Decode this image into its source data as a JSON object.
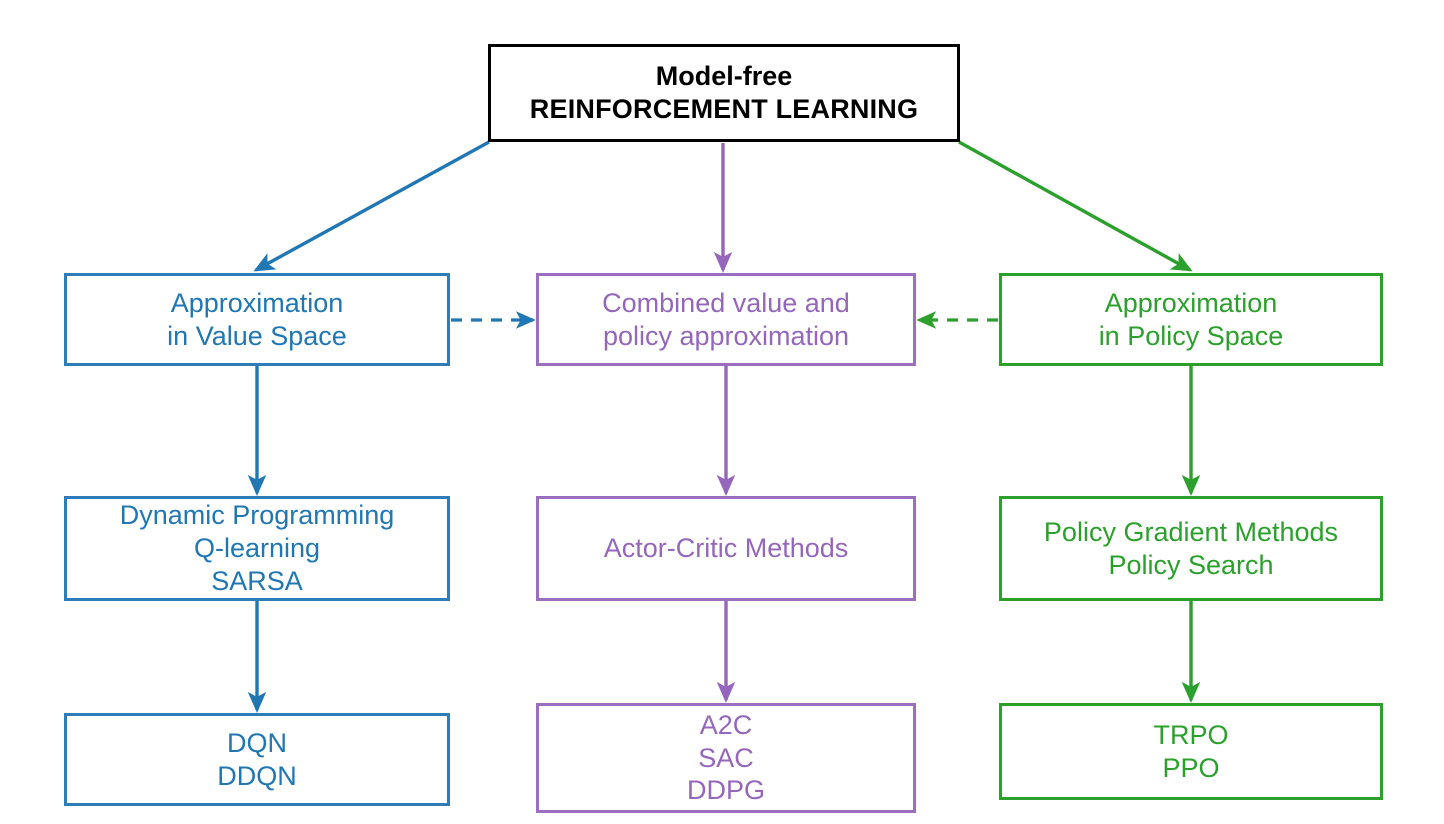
{
  "diagram": {
    "title": "Model-free REINFORCEMENT LEARNING",
    "colors": {
      "root": "#000000",
      "value": "#2077b4",
      "combined": "#9467bd",
      "policy": "#2ca02c",
      "background": "#ffffff"
    }
  },
  "root": {
    "line1": "Model-free",
    "line2": "REINFORCEMENT LEARNING"
  },
  "columns": {
    "value": {
      "branch_label": "value-space",
      "level1": {
        "line1": "Approximation",
        "line2": "in Value Space"
      },
      "level2": {
        "line1": "Dynamic Programming",
        "line2": "Q-learning",
        "line3": "SARSA"
      },
      "level3": {
        "line1": "DQN",
        "line2": "DDQN"
      }
    },
    "combined": {
      "branch_label": "combined",
      "level1": {
        "line1": "Combined value and",
        "line2": "policy approximation"
      },
      "level2": {
        "line1": "Actor-Critic Methods"
      },
      "level3": {
        "line1": "A2C",
        "line2": "SAC",
        "line3": "DDPG"
      }
    },
    "policy": {
      "branch_label": "policy-space",
      "level1": {
        "line1": "Approximation",
        "line2": "in Policy Space"
      },
      "level2": {
        "line1": "Policy Gradient Methods",
        "line2": "Policy Search"
      },
      "level3": {
        "line1": "TRPO",
        "line2": "PPO"
      }
    }
  },
  "edges": [
    {
      "name": "root-to-value-space",
      "style": "solid",
      "color": "#2077b4"
    },
    {
      "name": "root-to-combined",
      "style": "solid",
      "color": "#9467bd"
    },
    {
      "name": "root-to-policy-space",
      "style": "solid",
      "color": "#2ca02c"
    },
    {
      "name": "value-space-to-combined",
      "style": "dashed",
      "color": "#2077b4"
    },
    {
      "name": "policy-space-to-combined",
      "style": "dashed",
      "color": "#2ca02c"
    },
    {
      "name": "value-space-to-value-methods",
      "style": "solid",
      "color": "#2077b4"
    },
    {
      "name": "combined-to-actor-critic",
      "style": "solid",
      "color": "#9467bd"
    },
    {
      "name": "policy-space-to-policy-methods",
      "style": "solid",
      "color": "#2ca02c"
    },
    {
      "name": "value-methods-to-value-algos",
      "style": "solid",
      "color": "#2077b4"
    },
    {
      "name": "actor-critic-to-combined-algos",
      "style": "solid",
      "color": "#9467bd"
    },
    {
      "name": "policy-methods-to-policy-algos",
      "style": "solid",
      "color": "#2ca02c"
    }
  ]
}
